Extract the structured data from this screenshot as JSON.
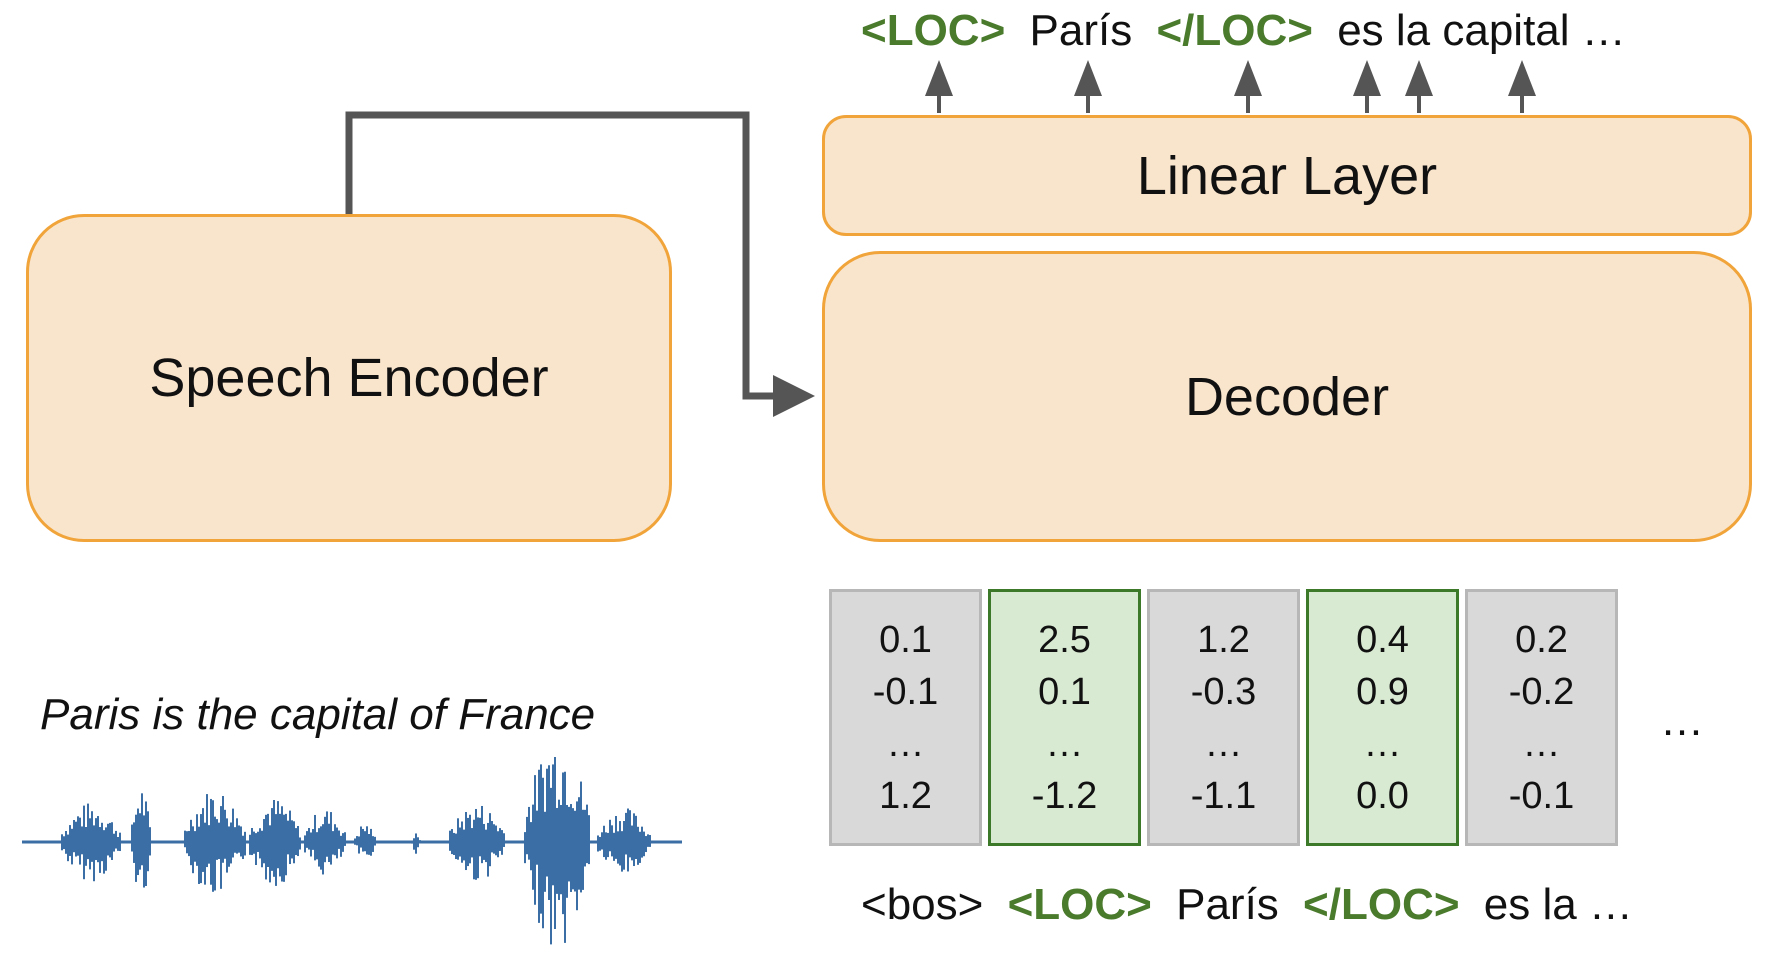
{
  "encoder": {
    "label": "Speech Encoder"
  },
  "linear_layer": {
    "label": "Linear Layer"
  },
  "decoder": {
    "label": "Decoder"
  },
  "colors": {
    "box_fill": "#f9e4cc",
    "box_border": "#f0a43a",
    "tag_green": "#4a7a2c",
    "cell_gray": "#d9d9d9",
    "cell_green": "#d9ead3",
    "arrow": "#555555",
    "waveform": "#3a6ea5"
  },
  "output_tokens": [
    {
      "text": "<LOC>",
      "tag": true
    },
    {
      "text": "París",
      "tag": false
    },
    {
      "text": "</LOC>",
      "tag": true
    },
    {
      "text": "es la capital …",
      "tag": false
    }
  ],
  "input_tokens": [
    {
      "text": "<bos>",
      "tag": false
    },
    {
      "text": "<LOC>",
      "tag": true
    },
    {
      "text": "París",
      "tag": false
    },
    {
      "text": "</LOC>",
      "tag": true
    },
    {
      "text": "es la …",
      "tag": false
    }
  ],
  "embeddings": [
    {
      "values": [
        "0.1",
        "-0.1",
        "…",
        "1.2"
      ],
      "highlight": false
    },
    {
      "values": [
        "2.5",
        "0.1",
        "…",
        "-1.2"
      ],
      "highlight": true
    },
    {
      "values": [
        "1.2",
        "-0.3",
        "…",
        "-1.1"
      ],
      "highlight": false
    },
    {
      "values": [
        "0.4",
        "0.9",
        "…",
        "0.0"
      ],
      "highlight": true
    },
    {
      "values": [
        "0.2",
        "-0.2",
        "…",
        "-0.1"
      ],
      "highlight": false
    }
  ],
  "embeddings_more": "…",
  "caption": "Paris is the capital of France",
  "waveform_icon": "audio-waveform-icon"
}
